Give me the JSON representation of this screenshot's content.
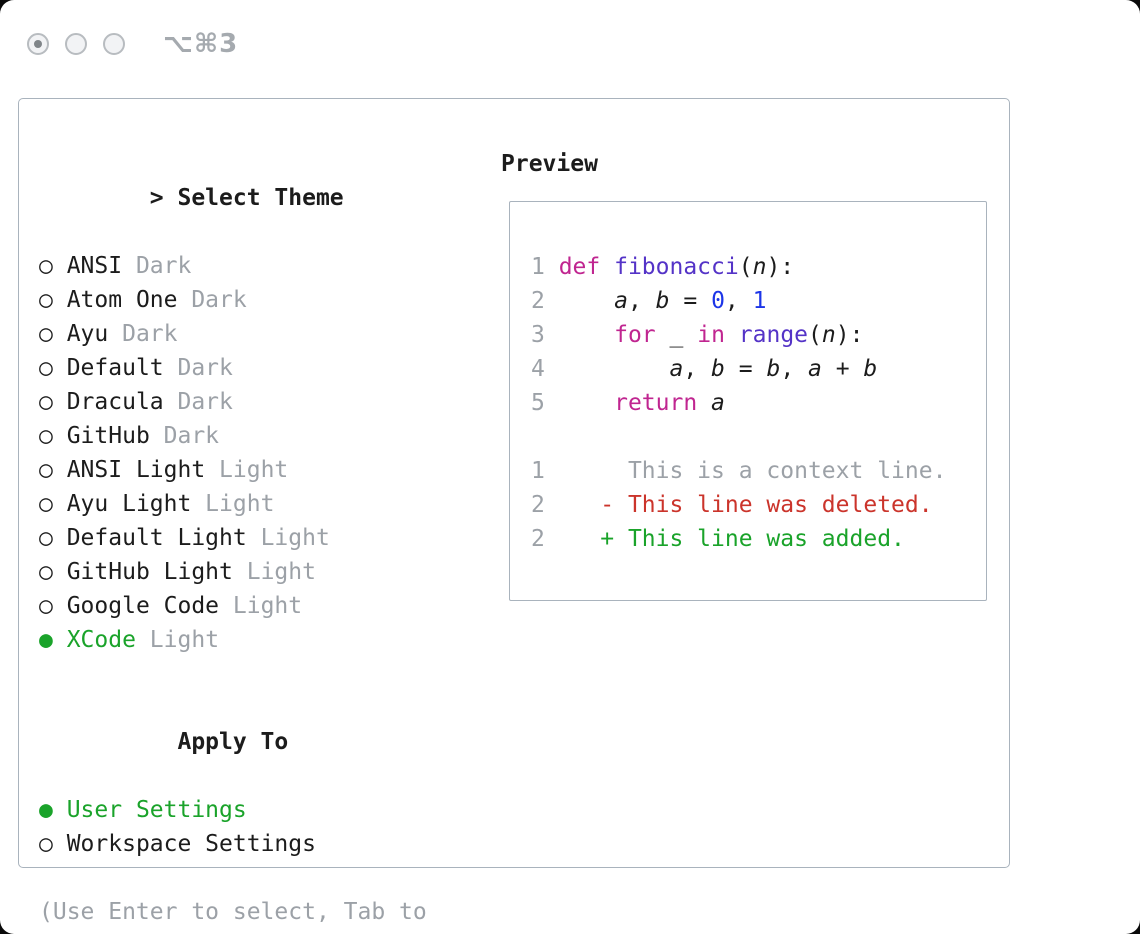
{
  "window": {
    "shortcut": "⌥⌘3"
  },
  "icons": {
    "radio_unselected": "○",
    "radio_selected": "●"
  },
  "colors": {
    "text": "#1c1c1c",
    "gray": "#9ca1a7",
    "green": "#1aa32a",
    "red": "#cb342b",
    "magenta": "#c02590",
    "purple": "#5433c7",
    "blue": "#1c35e8",
    "border": "#a9b3bd"
  },
  "theme_selector": {
    "title_prefix": "> ",
    "title": "Select Theme",
    "items": [
      {
        "name": "ANSI",
        "tag": "Dark",
        "selected": false
      },
      {
        "name": "Atom One",
        "tag": "Dark",
        "selected": false
      },
      {
        "name": "Ayu",
        "tag": "Dark",
        "selected": false
      },
      {
        "name": "Default",
        "tag": "Dark",
        "selected": false
      },
      {
        "name": "Dracula",
        "tag": "Dark",
        "selected": false
      },
      {
        "name": "GitHub",
        "tag": "Dark",
        "selected": false
      },
      {
        "name": "ANSI Light",
        "tag": "Light",
        "selected": false
      },
      {
        "name": "Ayu Light",
        "tag": "Light",
        "selected": false
      },
      {
        "name": "Default Light",
        "tag": "Light",
        "selected": false
      },
      {
        "name": "GitHub Light",
        "tag": "Light",
        "selected": false
      },
      {
        "name": "Google Code",
        "tag": "Light",
        "selected": false
      },
      {
        "name": "XCode",
        "tag": "Light",
        "selected": true
      }
    ],
    "apply_to": {
      "title": "Apply To",
      "options": [
        {
          "label": "User Settings",
          "selected": true
        },
        {
          "label": "Workspace Settings",
          "selected": false
        }
      ]
    },
    "hint": "(Use Enter to select, Tab to change focus)"
  },
  "preview": {
    "title": "Preview",
    "code_lines": [
      {
        "num": "1",
        "segs": [
          {
            "t": "def ",
            "c": "kw"
          },
          {
            "t": "fibonacci",
            "c": "fn"
          },
          {
            "t": "(",
            "c": "pl"
          },
          {
            "t": "n",
            "c": "var"
          },
          {
            "t": "):",
            "c": "pl"
          }
        ]
      },
      {
        "num": "2",
        "segs": [
          {
            "t": "    ",
            "c": "pl"
          },
          {
            "t": "a",
            "c": "var"
          },
          {
            "t": ", ",
            "c": "pl"
          },
          {
            "t": "b",
            "c": "var"
          },
          {
            "t": " = ",
            "c": "pl"
          },
          {
            "t": "0",
            "c": "num"
          },
          {
            "t": ", ",
            "c": "pl"
          },
          {
            "t": "1",
            "c": "num"
          }
        ]
      },
      {
        "num": "3",
        "segs": [
          {
            "t": "    ",
            "c": "pl"
          },
          {
            "t": "for",
            "c": "kw"
          },
          {
            "t": " ",
            "c": "pl"
          },
          {
            "t": "_",
            "c": "var"
          },
          {
            "t": " ",
            "c": "pl"
          },
          {
            "t": "in",
            "c": "kw"
          },
          {
            "t": " ",
            "c": "pl"
          },
          {
            "t": "range",
            "c": "fn"
          },
          {
            "t": "(",
            "c": "pl"
          },
          {
            "t": "n",
            "c": "var"
          },
          {
            "t": "):",
            "c": "pl"
          }
        ]
      },
      {
        "num": "4",
        "segs": [
          {
            "t": "        ",
            "c": "pl"
          },
          {
            "t": "a",
            "c": "var"
          },
          {
            "t": ", ",
            "c": "pl"
          },
          {
            "t": "b",
            "c": "var"
          },
          {
            "t": " = ",
            "c": "pl"
          },
          {
            "t": "b",
            "c": "var"
          },
          {
            "t": ", ",
            "c": "pl"
          },
          {
            "t": "a",
            "c": "var"
          },
          {
            "t": " + ",
            "c": "pl"
          },
          {
            "t": "b",
            "c": "var"
          }
        ]
      },
      {
        "num": "5",
        "segs": [
          {
            "t": "    ",
            "c": "pl"
          },
          {
            "t": "return",
            "c": "kw"
          },
          {
            "t": " ",
            "c": "pl"
          },
          {
            "t": "a",
            "c": "var"
          }
        ]
      }
    ],
    "diff_lines": [
      {
        "num": "1",
        "kind": "context",
        "text": "     This is a context line."
      },
      {
        "num": "2",
        "kind": "deleted",
        "text": "   - This line was deleted."
      },
      {
        "num": "2",
        "kind": "added",
        "text": "   + This line was added."
      }
    ]
  }
}
